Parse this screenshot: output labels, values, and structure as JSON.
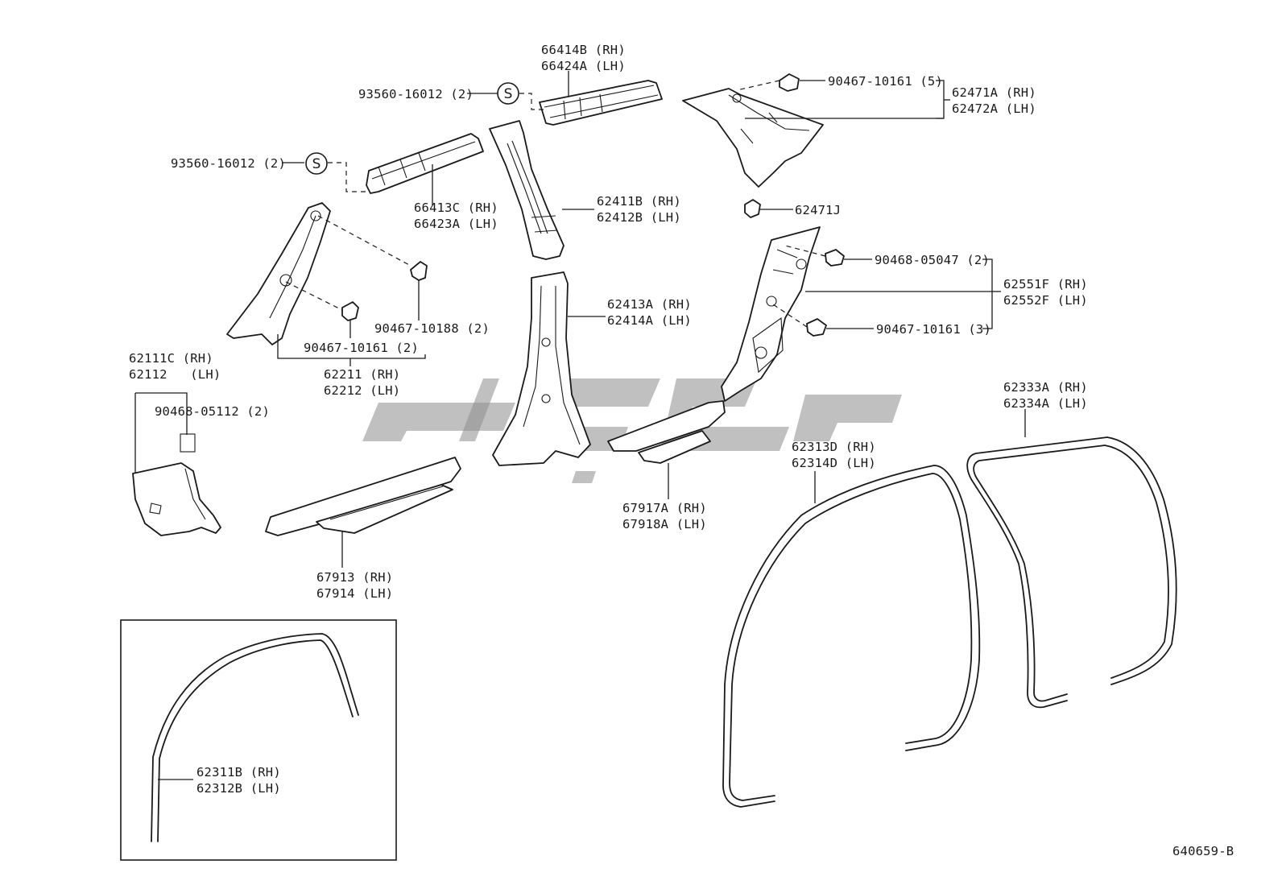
{
  "labels": {
    "l66414": [
      "66414B (RH)",
      "66424A (LH)"
    ],
    "l93560a": [
      "93560-16012 (2)"
    ],
    "l93560b": [
      "93560-16012 (2)"
    ],
    "l66413": [
      "66413C (RH)",
      "66423A (LH)"
    ],
    "l62411": [
      "62411B (RH)",
      "62412B (LH)"
    ],
    "l90467_5": [
      "90467-10161 (5)"
    ],
    "l62471": [
      "62471A (RH)",
      "62472A (LH)"
    ],
    "l62471j": [
      "62471J"
    ],
    "l90468_05047": [
      "90468-05047 (2)"
    ],
    "l62551": [
      "62551F (RH)",
      "62552F (LH)"
    ],
    "l90467_3": [
      "90467-10161 (3)"
    ],
    "l90467_10188": [
      "90467-10188 (2)"
    ],
    "l90467_10161_2": [
      "90467-10161 (2)"
    ],
    "l62211": [
      "62211 (RH)",
      "62212 (LH)"
    ],
    "l62111": [
      "62111C (RH)",
      "62112   (LH)"
    ],
    "l90468_05112": [
      "90468-05112 (2)"
    ],
    "l62413": [
      "62413A (RH)",
      "62414A (LH)"
    ],
    "l67913": [
      "67913 (RH)",
      "67914 (LH)"
    ],
    "l67917": [
      "67917A (RH)",
      "67918A (LH)"
    ],
    "l62313": [
      "62313D (RH)",
      "62314D (LH)"
    ],
    "l62333": [
      "62333A (RH)",
      "62334A (LH)"
    ],
    "l62311": [
      "62311B (RH)",
      "62312B (LH)"
    ],
    "l_code": [
      "640659-B"
    ]
  },
  "symbols": {
    "screw_symbol": "S"
  },
  "colors": {
    "line": "#1a1a1a",
    "background": "#ffffff",
    "watermark": "#8c8c8c"
  }
}
